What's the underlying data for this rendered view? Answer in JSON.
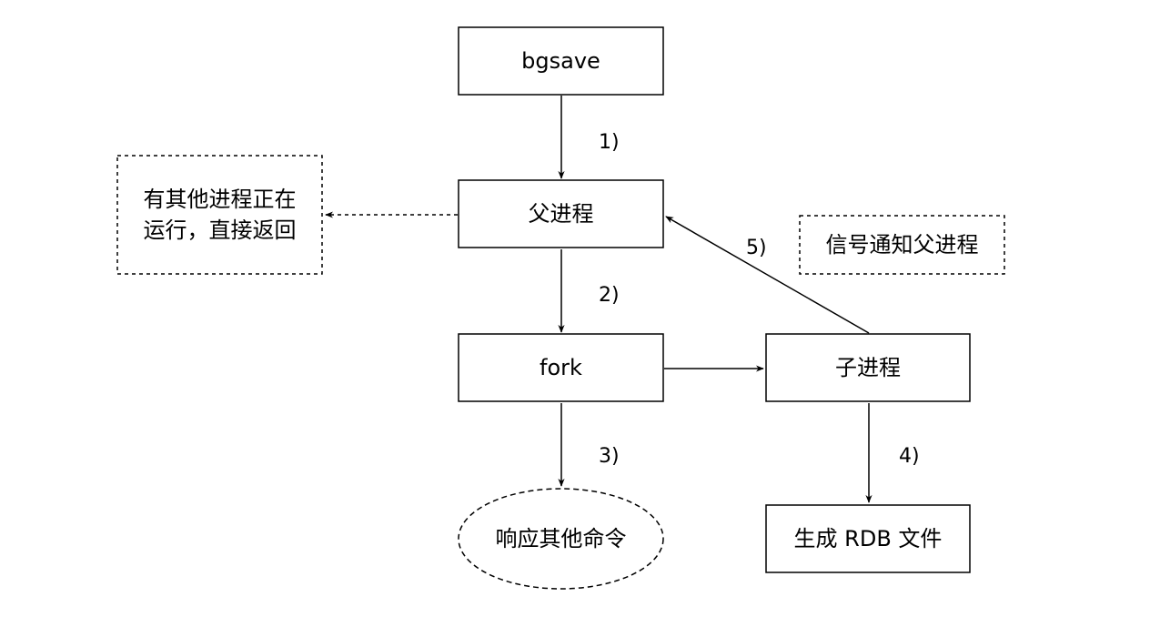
{
  "diagram": {
    "nodes": {
      "bgsave": {
        "label": "bgsave"
      },
      "parent": {
        "label": "父进程"
      },
      "fork": {
        "label": "fork"
      },
      "child": {
        "label": "子进程"
      },
      "respond": {
        "label": "响应其他命令"
      },
      "rdb": {
        "label": "生成 RDB 文件"
      }
    },
    "notes": {
      "other_running": {
        "lines": [
          "有其他进程正在",
          "运行，直接返回"
        ]
      },
      "signal_parent": {
        "label": "信号通知父进程"
      }
    },
    "edges": {
      "bgsave_to_parent": {
        "label": "1)"
      },
      "parent_to_fork": {
        "label": "2)"
      },
      "fork_to_respond": {
        "label": "3)"
      },
      "child_to_rdb": {
        "label": "4)"
      },
      "child_to_parent": {
        "label": "5)"
      }
    },
    "colors": {
      "stroke": "#000000",
      "background": "#ffffff",
      "text": "#000000"
    }
  }
}
